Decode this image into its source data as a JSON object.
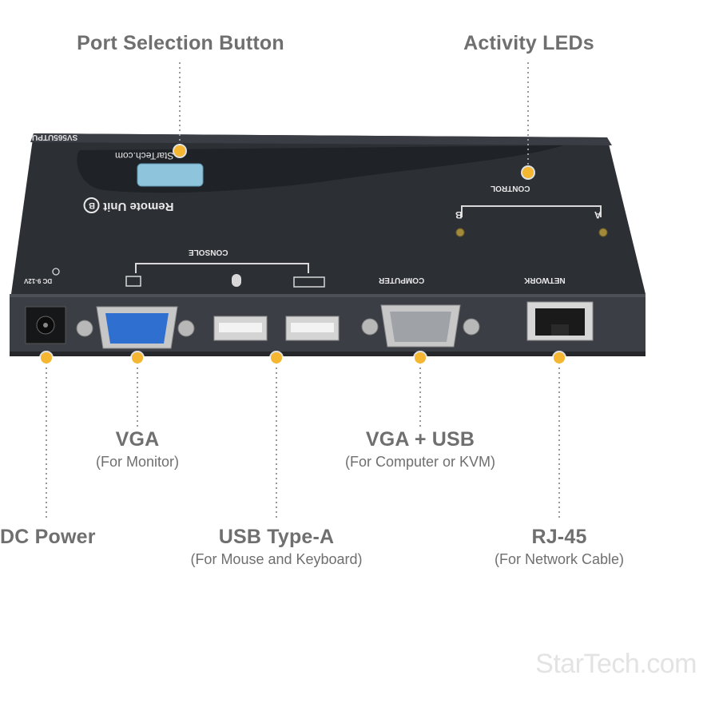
{
  "callouts": {
    "port_selection": "Port Selection Button",
    "activity_leds": "Activity LEDs",
    "vga_title": "VGA",
    "vga_sub": "(For Monitor)",
    "vga_usb_title": "VGA + USB",
    "vga_usb_sub": "(For Computer or KVM)",
    "dc_power": "DC Power",
    "usb_title": "USB Type-A",
    "usb_sub": "(For Mouse and Keyboard)",
    "rj45_title": "RJ-45",
    "rj45_sub": "(For Network Cable)"
  },
  "device": {
    "model": "SV565UTPU",
    "brand": "StarTech.com",
    "unit_label": "Remote Unit",
    "unit_letter": "B",
    "control": "CONTROL",
    "led_a": "A",
    "led_b": "B",
    "console": "CONSOLE",
    "computer": "COMPUTER",
    "network": "NETWORK",
    "dc_rating": "DC 9-12V"
  },
  "watermark": "StarTech.com",
  "colors": {
    "accent_dot": "#f5b731",
    "label_gray": "#6f6f6f",
    "device_body": "#2c2f34",
    "panel_face": "#3a3d42",
    "button_blue": "#8ec4dc",
    "vga_blue": "#2f6fd0"
  }
}
